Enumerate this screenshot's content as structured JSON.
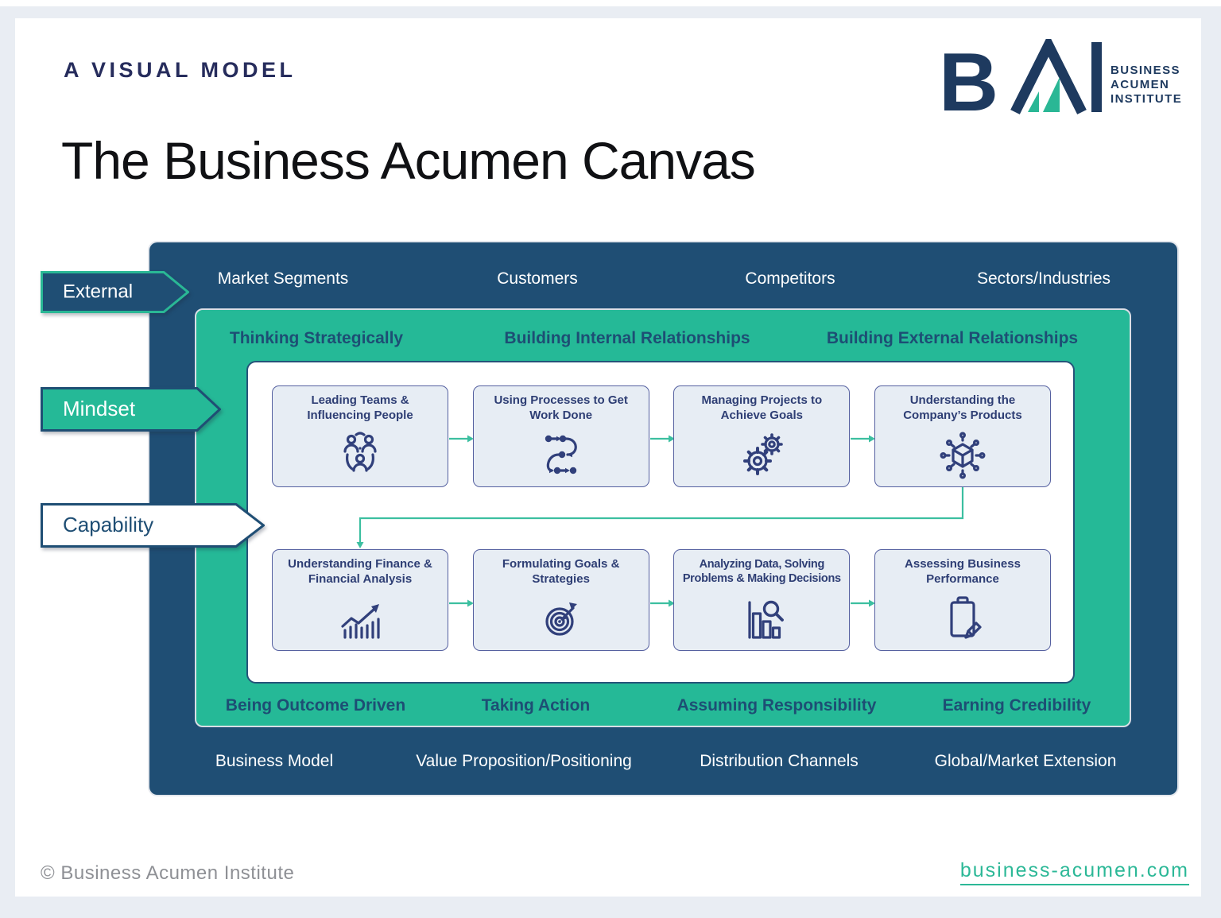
{
  "page": {
    "eyebrow": "A VISUAL MODEL",
    "title": "The Business Acumen Canvas",
    "footer_copyright": "© Business Acumen Institute",
    "footer_link": "business-acumen.com"
  },
  "logo": {
    "letter_b": "B",
    "lines": [
      "BUSINESS",
      "ACUMEN",
      "INSTITUTE"
    ]
  },
  "colors": {
    "navy": "#1F4E74",
    "teal": "#25B997",
    "logo_navy": "#1E3A5F",
    "card_fill": "#E7EDF4",
    "card_border": "#5560A0",
    "card_text": "#2E3E74",
    "arrow_teal": "#3CBFA0",
    "link_teal": "#2CB897"
  },
  "tags": [
    {
      "label": "External"
    },
    {
      "label": "Mindset"
    },
    {
      "label": "Capability"
    }
  ],
  "canvas": {
    "external_row": [
      "Market Segments",
      "Customers",
      "Competitors",
      "Sectors/Industries"
    ],
    "mindset": {
      "top_row": [
        "Thinking Strategically",
        "Building Internal Relationships",
        "Building External Relationships"
      ],
      "bottom_row": [
        "Being Outcome Driven",
        "Taking Action",
        "Assuming Responsibility",
        "Earning Credibility"
      ],
      "capability_rows": {
        "row1": [
          {
            "title": "Leading Teams & Influencing People",
            "icon": "people-icon"
          },
          {
            "title": "Using Processes to Get Work Done",
            "icon": "process-icon"
          },
          {
            "title": "Managing Projects to Achieve Goals",
            "icon": "gears-icon"
          },
          {
            "title": "Understanding the Company’s Products",
            "icon": "product-network-icon"
          }
        ],
        "row2": [
          {
            "title": "Understanding Finance & Financial Analysis",
            "icon": "finance-chart-icon"
          },
          {
            "title": "Formulating Goals & Strategies",
            "icon": "target-icon"
          },
          {
            "title": "Analyzing Data, Solving Problems & Making Decisions",
            "icon": "data-analysis-icon"
          },
          {
            "title": "Assessing Business Performance",
            "icon": "clipboard-pencil-icon"
          }
        ]
      }
    },
    "business_row": [
      "Business Model",
      "Value Proposition/Positioning",
      "Distribution Channels",
      "Global/Market Extension"
    ]
  }
}
